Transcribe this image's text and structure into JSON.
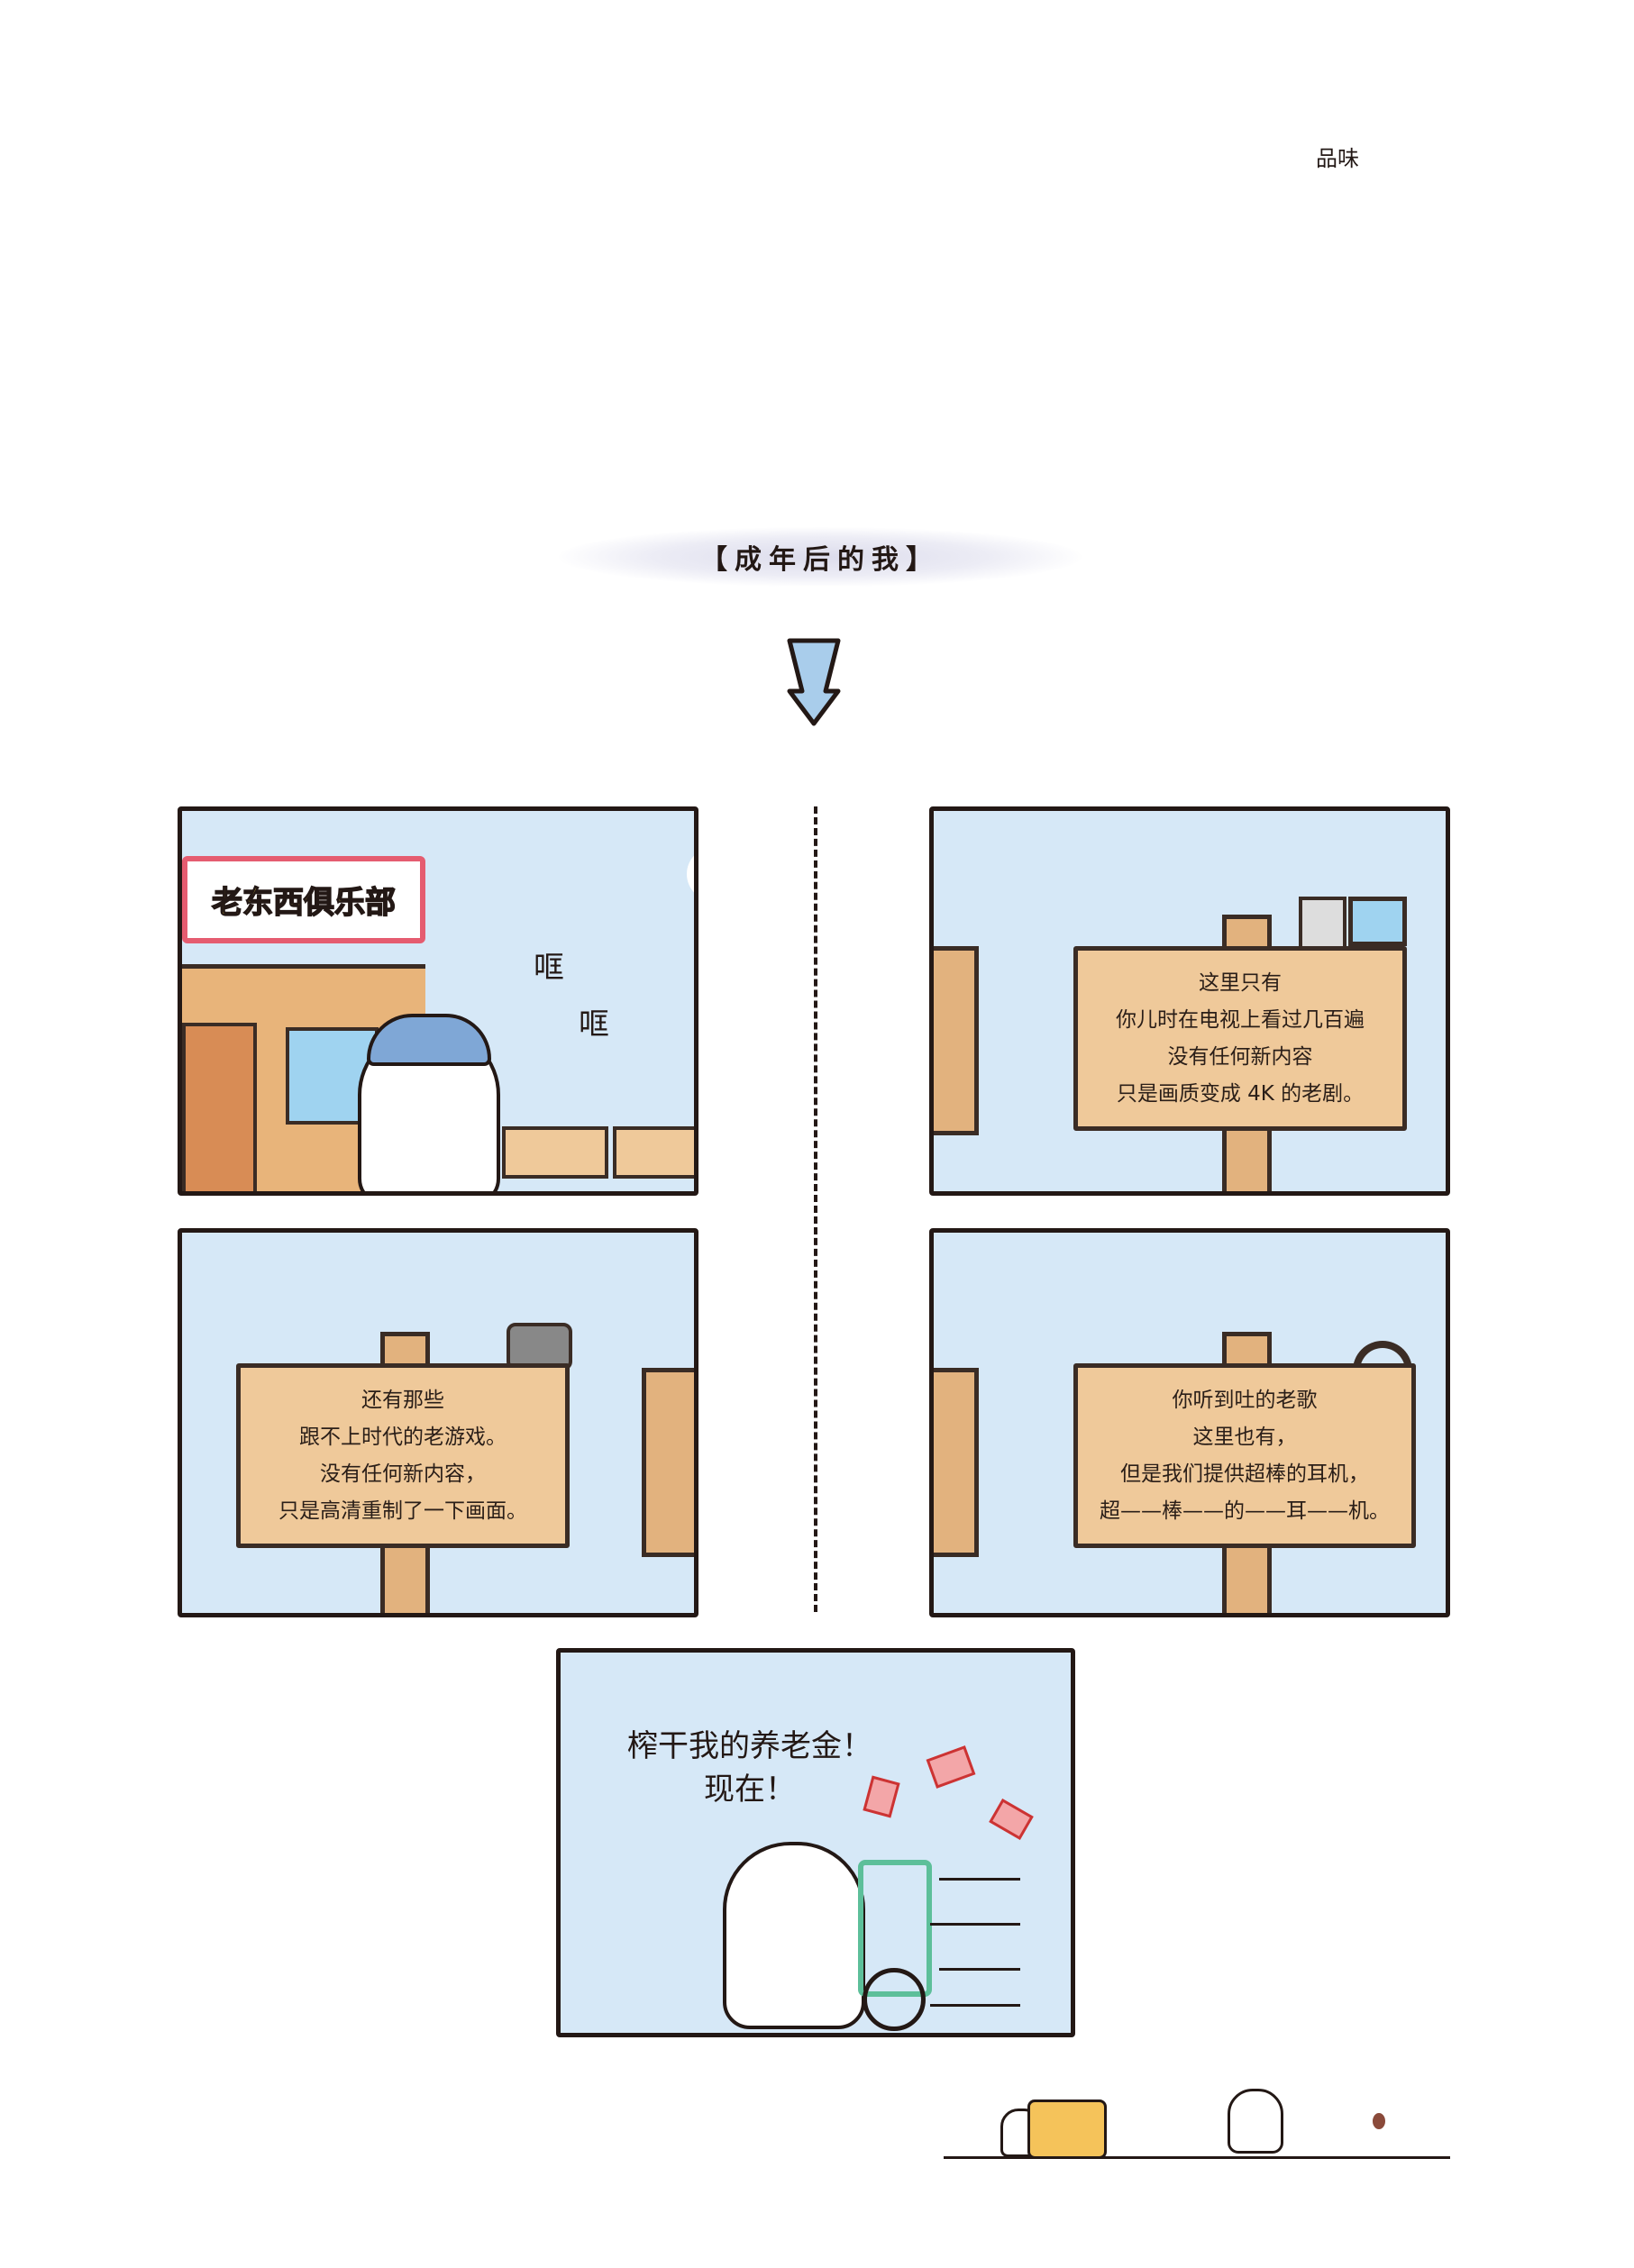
{
  "header": {
    "section": "品味"
  },
  "title": "【成年后的我】",
  "panels": [
    {
      "store_sign": "老东西俱乐部",
      "sfx": [
        "哐",
        "哐"
      ]
    },
    {
      "sign_lines": [
        "这里只有",
        "你儿时在电视上看过几百遍",
        "没有任何新内容",
        "只是画质变成 4K 的老剧。"
      ]
    },
    {
      "sign_lines": [
        "还有那些",
        "跟不上时代的老游戏。",
        "没有任何新内容，",
        "只是高清重制了一下画面。"
      ]
    },
    {
      "sign_lines": [
        "你听到吐的老歌",
        "这里也有，",
        "但是我们提供超棒的耳机，",
        "超——棒——的——耳——机。"
      ]
    },
    {
      "speech": [
        "榨干我的养老金！",
        "现在！"
      ]
    }
  ],
  "colors": {
    "sky": "#d6e8f7",
    "wood": "#efc99a",
    "outline": "#231815",
    "arrow": "#a9cdeb"
  }
}
